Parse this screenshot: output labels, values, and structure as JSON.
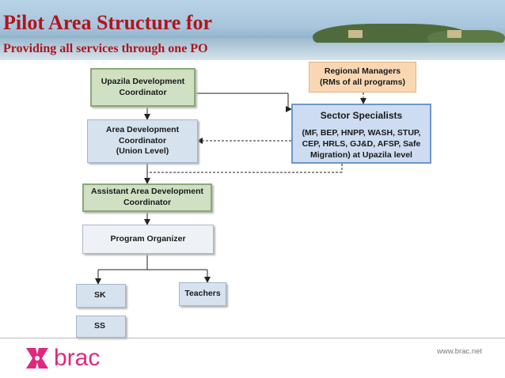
{
  "slide": {
    "title": "Pilot Area Structure for",
    "subtitle": "Providing all services through one PO"
  },
  "nodes": {
    "regional_managers": "Regional Managers\n(RMs of all programs)",
    "upazila_dev_coordinator": "Upazila Development\nCoordinator",
    "sector_specialists_title": "Sector Specialists",
    "sector_specialists_body": "(MF, BEP, HNPP, WASH, STUP,\nCEP, HRLS, GJ&D, AFSP, Safe\nMigration) at Upazila level",
    "area_dev_coordinator": "Area Development\nCoordinator\n(Union Level)",
    "assistant_area_dev_coordinator": "Assistant Area Development\nCoordinator",
    "program_organizer": "Program Organizer",
    "sk": "SK",
    "teachers": "Teachers",
    "ss": "SS"
  },
  "footer": {
    "logo_text": "brac",
    "url": "www.brac.net"
  },
  "colors": {
    "title_red": "#b0151c",
    "brand_pink": "#e0297c",
    "node_green": "#cfe0c3",
    "node_blue": "#d7e2ef",
    "node_peach": "#f9d7b3",
    "sector_blue": "#cddcf0"
  }
}
